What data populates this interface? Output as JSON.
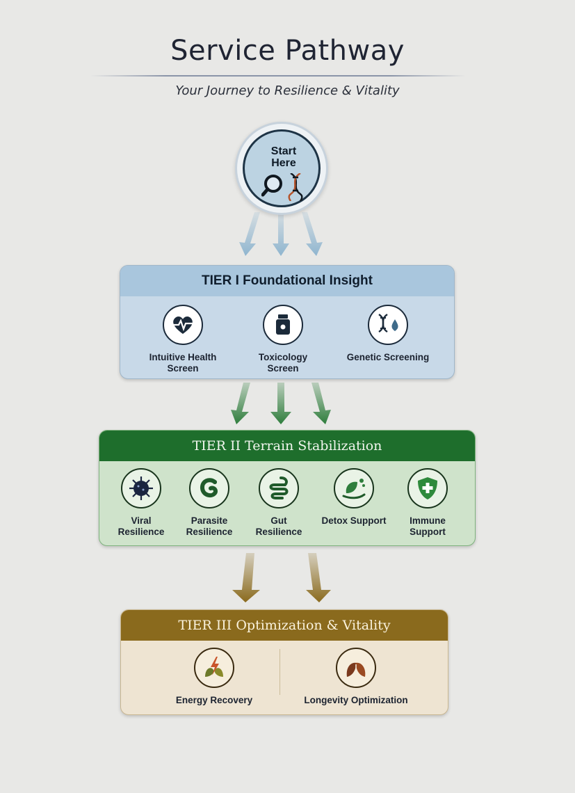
{
  "header": {
    "title": "Service Pathway",
    "subtitle": "Your Journey to Resilience & Vitality"
  },
  "start": {
    "label": "Start\nHere",
    "icons": [
      "magnifier-icon",
      "dna-icon"
    ]
  },
  "tiers": [
    {
      "title": "TIER I Foundational Insight",
      "color": "#a9c6dd",
      "items": [
        {
          "label": "Intuitive Health\nScreen",
          "icon": "heart-pulse-icon"
        },
        {
          "label": "Toxicology\nScreen",
          "icon": "jar-icon"
        },
        {
          "label": "Genetic Screening",
          "icon": "dna-drop-icon"
        }
      ]
    },
    {
      "title": "TIER II Terrain Stabilization",
      "color": "#1e6e2c",
      "items": [
        {
          "label": "Viral\nResilience",
          "icon": "virus-icon"
        },
        {
          "label": "Parasite\nResilience",
          "icon": "parasite-icon"
        },
        {
          "label": "Gut\nResilience",
          "icon": "gut-icon"
        },
        {
          "label": "Detox Support",
          "icon": "leaf-hand-icon"
        },
        {
          "label": "Immune\nSupport",
          "icon": "shield-cross-icon"
        }
      ]
    },
    {
      "title": "TIER III Optimization & Vitality",
      "color": "#8a6a1d",
      "items": [
        {
          "label": "Energy Recovery",
          "icon": "energy-leaf-icon"
        },
        {
          "label": "Longevity Optimization",
          "icon": "leaves-icon"
        }
      ]
    }
  ],
  "arrow_colors": [
    "#8fb5cf",
    "#2e7d3c",
    "#8a6a1d"
  ]
}
